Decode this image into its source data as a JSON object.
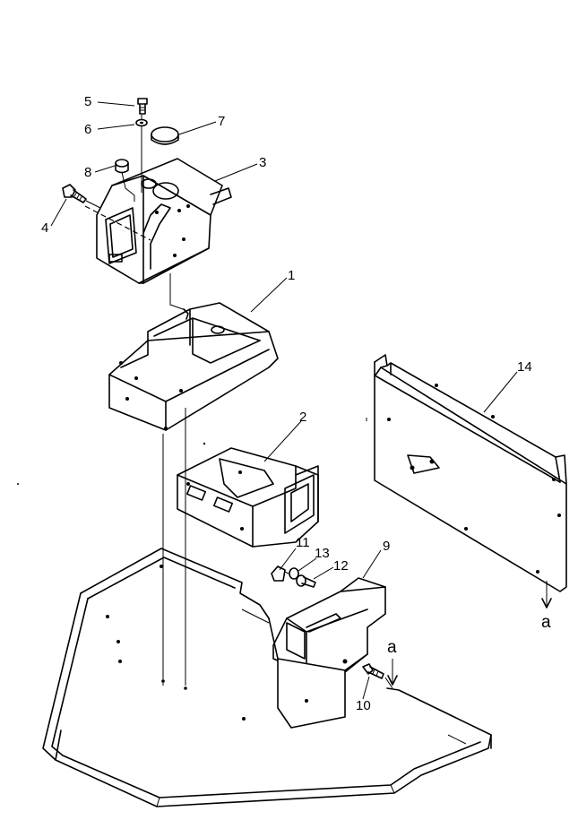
{
  "callouts": {
    "p1": "1",
    "p2": "2",
    "p3": "3",
    "p4": "4",
    "p5": "5",
    "p6": "6",
    "p7": "7",
    "p8": "8",
    "p9": "9",
    "p10": "10",
    "p11": "11",
    "p12": "12",
    "p13": "13",
    "p14": "14"
  },
  "view_markers": {
    "a_panel": "a",
    "a_floor": "a"
  }
}
